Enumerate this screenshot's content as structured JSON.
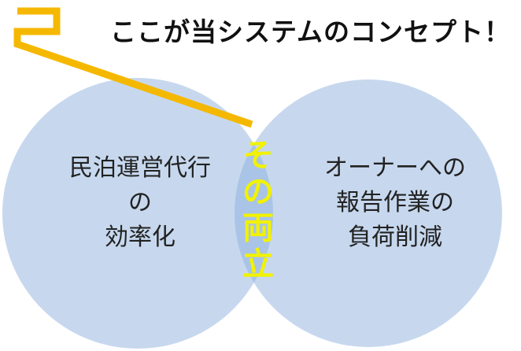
{
  "headline": "ここが当システムのコンセプト！",
  "left_circle": {
    "lines": [
      "民泊運営代行",
      "の",
      "効率化"
    ]
  },
  "right_circle": {
    "lines": [
      "オーナーへの",
      "報告作業の",
      "負荷削減"
    ]
  },
  "intersection": {
    "chars": [
      "そ",
      "の",
      "両",
      "立"
    ]
  },
  "colors": {
    "circle_fill": "#c7d8ee",
    "overlap_fill": "#a9c4e6",
    "callout": "#f5b800",
    "intersection_text": "#f2f200",
    "headline_text": "#111111"
  }
}
